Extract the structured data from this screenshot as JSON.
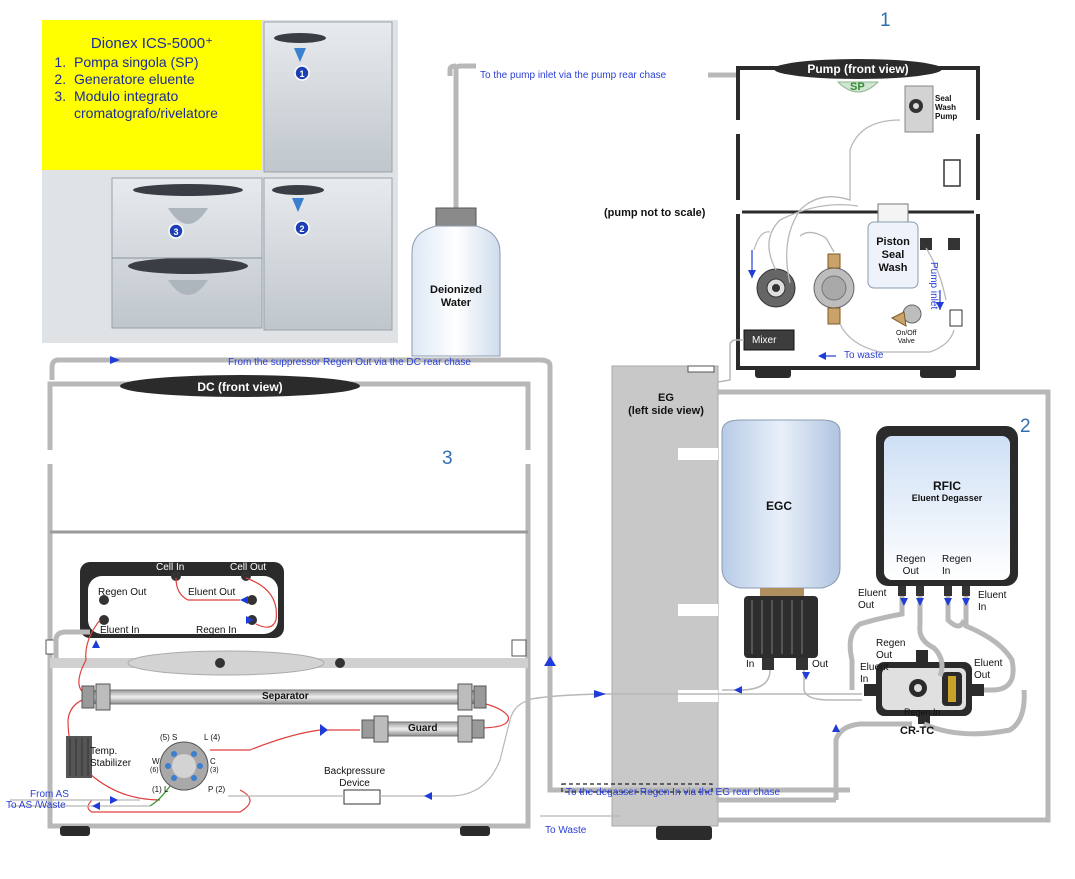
{
  "corner_numbers": [
    "1",
    "2",
    "3"
  ],
  "yellow_box": {
    "title": "Dionex ICS-5000⁺",
    "items": [
      "Pompa singola (SP)",
      "Generatore eluente",
      "Modulo integrato cromatografo/rivelatore"
    ],
    "colors": {
      "background": "#ffff00",
      "text": "#1a2a9a"
    }
  },
  "photo": {
    "badges": [
      "1",
      "2",
      "3"
    ]
  },
  "pump": {
    "title": "Pump (front view)",
    "sp_label": "SP",
    "seal_wash_pump": [
      "Seal",
      "Wash",
      "Pump"
    ],
    "not_to_scale": "(pump not to scale)",
    "piston_seal_wash": [
      "Piston",
      "Seal",
      "Wash"
    ],
    "pump_inlet": "Pump inlet",
    "mixer": "Mixer",
    "valve": [
      "On/Off",
      "Valve"
    ],
    "to_waste": "To waste"
  },
  "water": {
    "label": [
      "Deionized",
      "Water"
    ],
    "route": "To the pump inlet via the pump rear chase"
  },
  "eg": {
    "title": [
      "EG",
      "(left side view)"
    ],
    "egc": "EGC",
    "in": "In",
    "out": "Out",
    "rfic": [
      "RFIC",
      "Eluent Degasser"
    ],
    "regen_out": [
      "Regen",
      "Out"
    ],
    "regen_in": [
      "Regen",
      "In"
    ],
    "eluent_out": [
      "Eluent",
      "Out"
    ],
    "eluent_in": [
      "Eluent",
      "In"
    ],
    "crtc": "CR-TC",
    "crtc_regen_out": [
      "Regen",
      "Out"
    ],
    "crtc_eluent_in": [
      "Eluent",
      "In"
    ],
    "crtc_eluent_out": [
      "Eluent",
      "Out"
    ],
    "crtc_regen_in": "Regen In",
    "degasser_route": "To the degasser Regen In via the EG rear chase",
    "to_waste": "To Waste"
  },
  "dc": {
    "title": "DC (front view)",
    "route": "From the suppressor Regen Out via the DC rear chase",
    "cell_in": "Cell In",
    "cell_out": "Cell Out",
    "regen_out": "Regen Out",
    "eluent_out": "Eluent Out",
    "eluent_in": "Eluent In",
    "regen_in": "Regen In",
    "separator": "Separator",
    "guard": "Guard",
    "temp_stabilizer": [
      "Temp.",
      "Stabilizer"
    ],
    "backpressure": [
      "Backpressure",
      "Device"
    ],
    "from_as": "From AS",
    "to_as_waste": "To AS /Waste",
    "valve_ports": {
      "s": "(5) S",
      "l4": "L (4)",
      "w": "W",
      "w6": "(6)",
      "c": "C",
      "c3": "(3)",
      "l1": "(1) L",
      "p2": "P (2)"
    }
  },
  "colors": {
    "line_gray": "#b8b8b8",
    "arrow_blue": "#1f3bd8",
    "red_line": "#e04040",
    "panel_dark": "#2b2b2b",
    "egc_blue": "#c9daf0"
  }
}
